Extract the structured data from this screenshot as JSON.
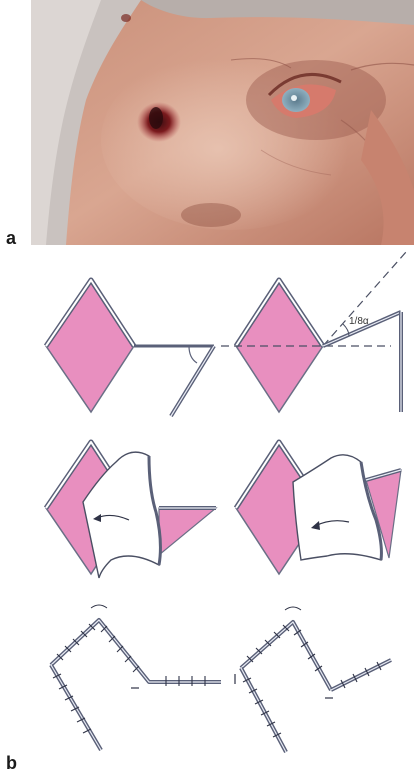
{
  "panels": {
    "a": {
      "label": "a"
    },
    "b": {
      "label": "b",
      "angle_label": "1/8α"
    }
  }
}
